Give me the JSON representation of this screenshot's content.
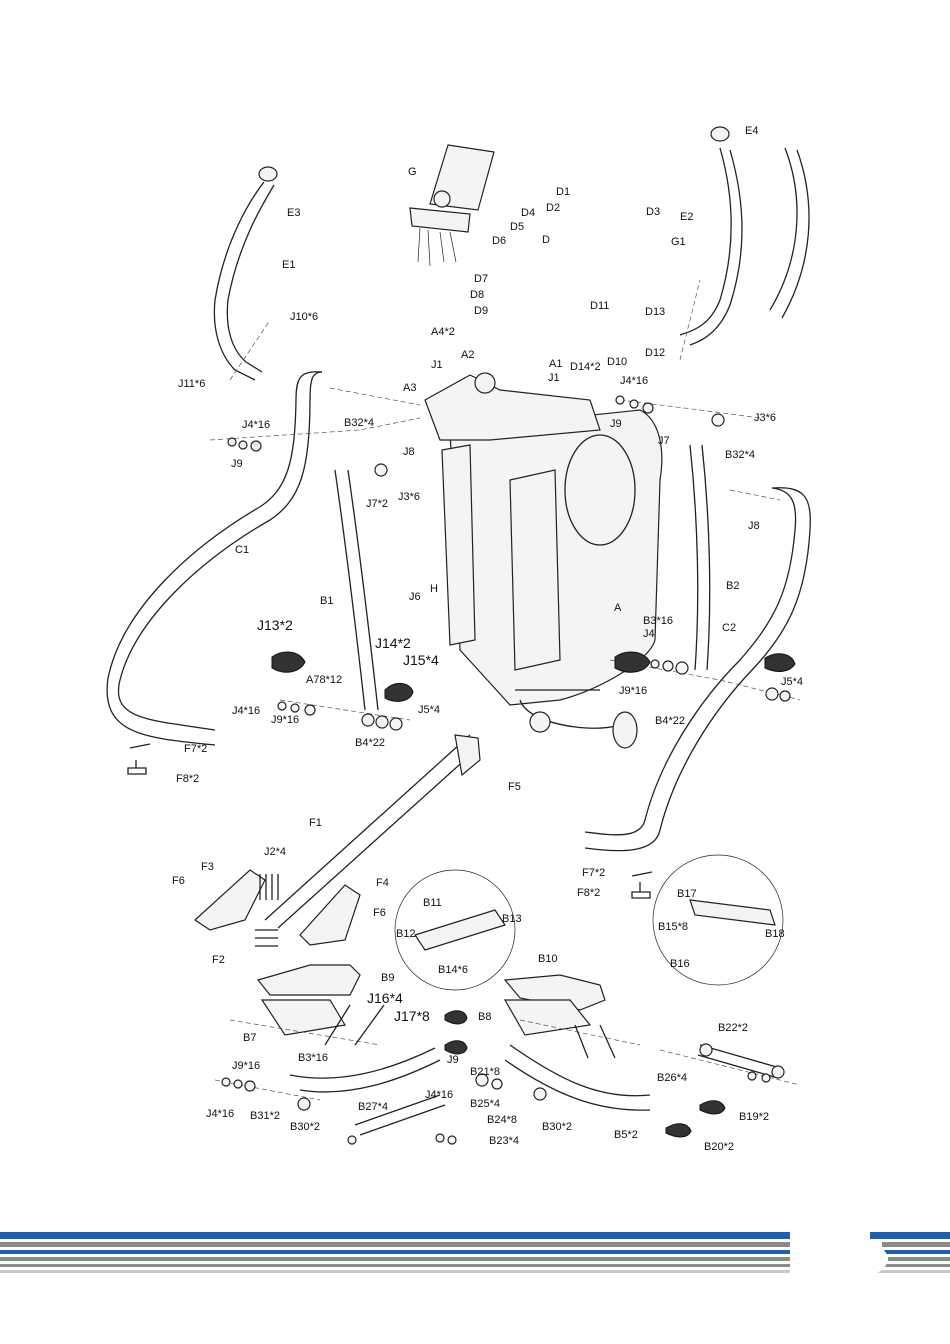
{
  "labels": [
    "E4",
    "E3",
    "G",
    "D1",
    "D3",
    "D2",
    "D4",
    "E2",
    "D5",
    "G1",
    "D",
    "D6",
    "E1",
    "D7",
    "D8",
    "D11",
    "D13",
    "D9",
    "J10*6",
    "A4*2",
    "D12",
    "D14*2",
    "D10",
    "A2",
    "A1",
    "J1",
    "J1",
    "A3",
    "J11*6",
    "J4*16",
    "J3*6",
    "J4*16",
    "B32*4",
    "J9",
    "J7",
    "J9",
    "J8",
    "B32*4",
    "J7*2",
    "J3*6",
    "J8",
    "C1",
    "J6",
    "H",
    "B2",
    "B1",
    "A",
    "B3*16",
    "C2",
    "J13*2",
    "J14*2",
    "J4",
    "J15*4",
    "J5*4",
    "A78*12",
    "J9*16",
    "J4*16",
    "J9*16",
    "J5*4",
    "B4*22",
    "B4*22",
    "F7*2",
    "F8*2",
    "F5",
    "F1",
    "J2*4",
    "F3",
    "F7*2",
    "F6",
    "F4",
    "F8*2",
    "B17",
    "F6",
    "B11",
    "B13",
    "B15*8",
    "B18",
    "B12",
    "F2",
    "B14*6",
    "B16",
    "B10",
    "B9",
    "J16*4",
    "J17*8",
    "B8",
    "B7",
    "B22*2",
    "J9*16",
    "B3*16",
    "J9",
    "B21*8",
    "B26*4",
    "B25*4",
    "J4*16",
    "B27*4",
    "B24*8",
    "J4*16",
    "B31*2",
    "B19*2",
    "B30*2",
    "B23*4",
    "B30*2",
    "B5*2",
    "B20*2"
  ],
  "page_number": "",
  "colors": {
    "stripe_blue": "#1f5fb0",
    "stripe_grey": "#8a8a8a",
    "line": "#222222"
  }
}
